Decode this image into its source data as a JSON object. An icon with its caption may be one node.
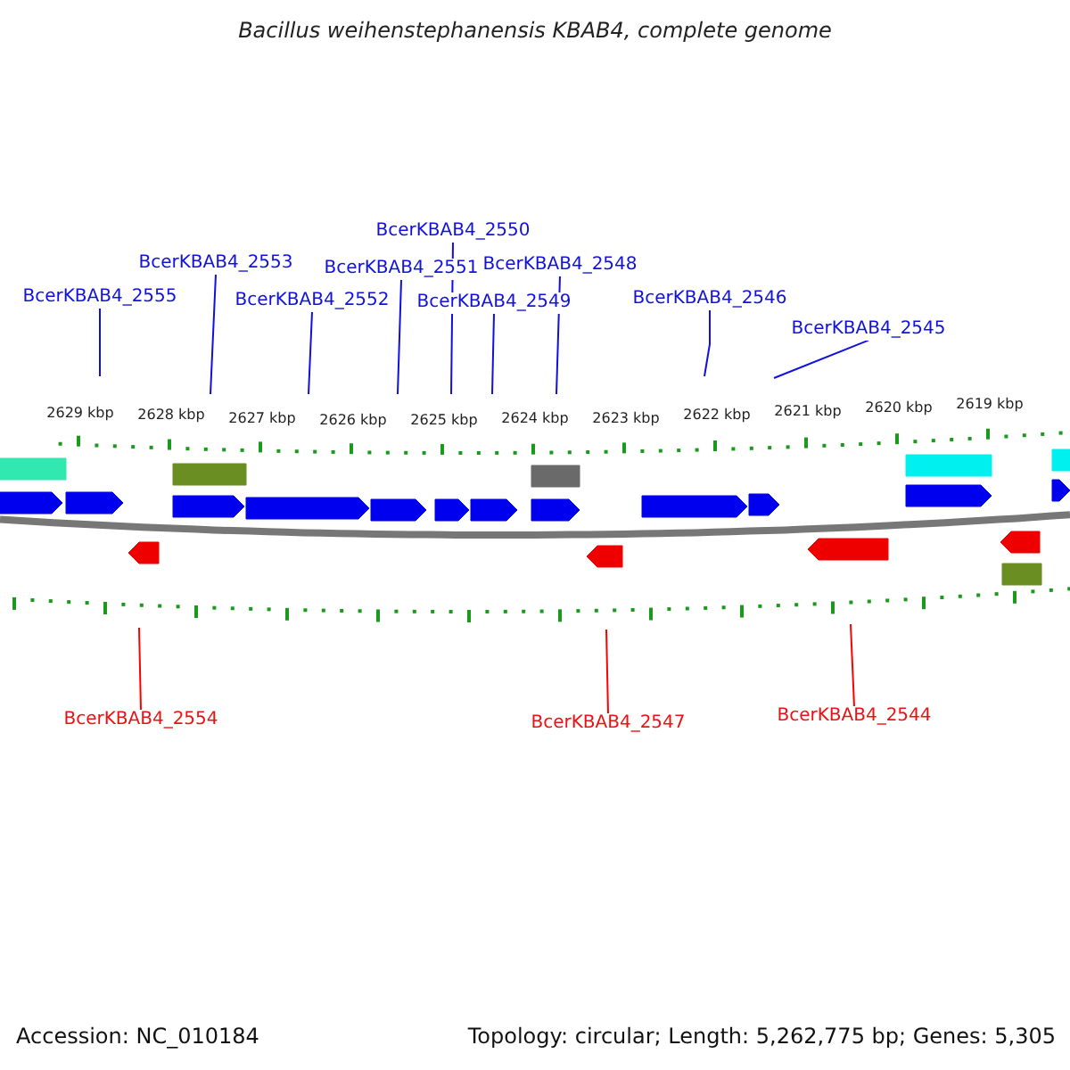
{
  "diagram": {
    "title": "Bacillus weihenstephanensis KBAB4, complete genome",
    "nodes": [
      {
        "text": [
          "BcerKBAB4_2555"
        ]
      },
      {
        "text": [
          "BcerKBAB4_2553"
        ]
      },
      {
        "text": [
          "BcerKBAB4_2552"
        ]
      },
      {
        "text": [
          "BcerKBAB4_2551"
        ]
      },
      {
        "text": [
          "BcerKBAB4_2550"
        ]
      },
      {
        "text": [
          "BcerKBAB4_2549"
        ]
      },
      {
        "text": [
          "BcerKBAB4_2548"
        ]
      },
      {
        "text": [
          "BcerKBAB4_2546"
        ]
      },
      {
        "text": [
          "BcerKBAB4_2545"
        ]
      },
      {
        "text": [
          "BcerKBAB4_2554"
        ]
      },
      {
        "text": [
          "BcerKBAB4_2547"
        ]
      },
      {
        "text": [
          "BcerKBAB4_2544"
        ]
      }
    ],
    "edges": [
      {
        "from": 0,
        "to": null,
        "arrow": "none"
      },
      {
        "from": 1,
        "to": null,
        "arrow": "none"
      },
      {
        "from": 2,
        "to": null,
        "arrow": "none"
      },
      {
        "from": 3,
        "to": null,
        "arrow": "none"
      },
      {
        "from": 4,
        "to": null,
        "arrow": "none"
      },
      {
        "from": 5,
        "to": null,
        "arrow": "none"
      },
      {
        "from": 6,
        "to": null,
        "arrow": "none"
      },
      {
        "from": 7,
        "to": null,
        "arrow": "none"
      },
      {
        "from": 8,
        "to": null,
        "arrow": "none"
      },
      {
        "from": 9,
        "to": null,
        "arrow": "none",
        "color": "#ff0000"
      },
      {
        "from": 10,
        "to": null,
        "arrow": "none",
        "color": "#ff0000"
      },
      {
        "from": 11,
        "to": null,
        "arrow": "none",
        "color": "#ff0000"
      }
    ],
    "labels": [
      "2629 kbp",
      "2628 kbp",
      "2627 kbp",
      "2626 kbp",
      "2625 kbp",
      "2624 kbp",
      "2623 kbp",
      "2622 kbp",
      "2621 kbp",
      "2620 kbp",
      "2619 kbp",
      "Accession: NC_010184",
      "Topology: circular; Length: 5,262,775 bp; Genes: 5,305"
    ]
  }
}
